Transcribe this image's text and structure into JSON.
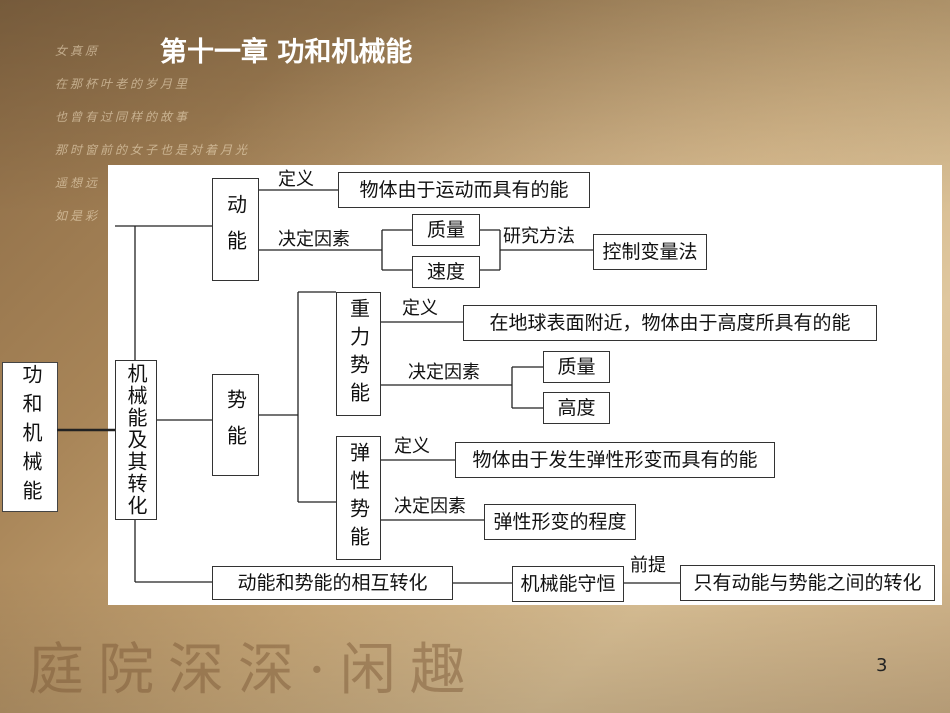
{
  "slide": {
    "title": "第十一章  功和机械能",
    "page_number": "3",
    "decor_lines": [
      "女真原",
      "在那杯叶老的岁月里",
      "也曾有过同样的故事",
      "那时窗前的女子也是对着月光",
      "遥想远",
      "如是彩"
    ],
    "bottom_calligraphy": "庭院深深·闲趣"
  },
  "diagram": {
    "root": "功和机械能",
    "main": "机械能及其转化",
    "kinetic": {
      "name": "动能",
      "def_label": "定义",
      "definition": "物体由于运动而具有的能",
      "factor_label": "决定因素",
      "factors": [
        "质量",
        "速度"
      ],
      "method_label": "研究方法",
      "method": "控制变量法"
    },
    "potential": {
      "name": "势能",
      "gravitational": {
        "name": "重力势能",
        "def_label": "定义",
        "definition": "在地球表面附近，物体由于高度所具有的能",
        "factor_label": "决定因素",
        "factors": [
          "质量",
          "高度"
        ]
      },
      "elastic": {
        "name": "弹性势能",
        "def_label": "定义",
        "definition": "物体由于发生弹性形变而具有的能",
        "factor_label": "决定因素",
        "factor": "弹性形变的程度"
      }
    },
    "conversion": {
      "name": "动能和势能的相互转化",
      "conservation": "机械能守恒",
      "premise_label": "前提",
      "premise": "只有动能与势能之间的转化"
    }
  }
}
